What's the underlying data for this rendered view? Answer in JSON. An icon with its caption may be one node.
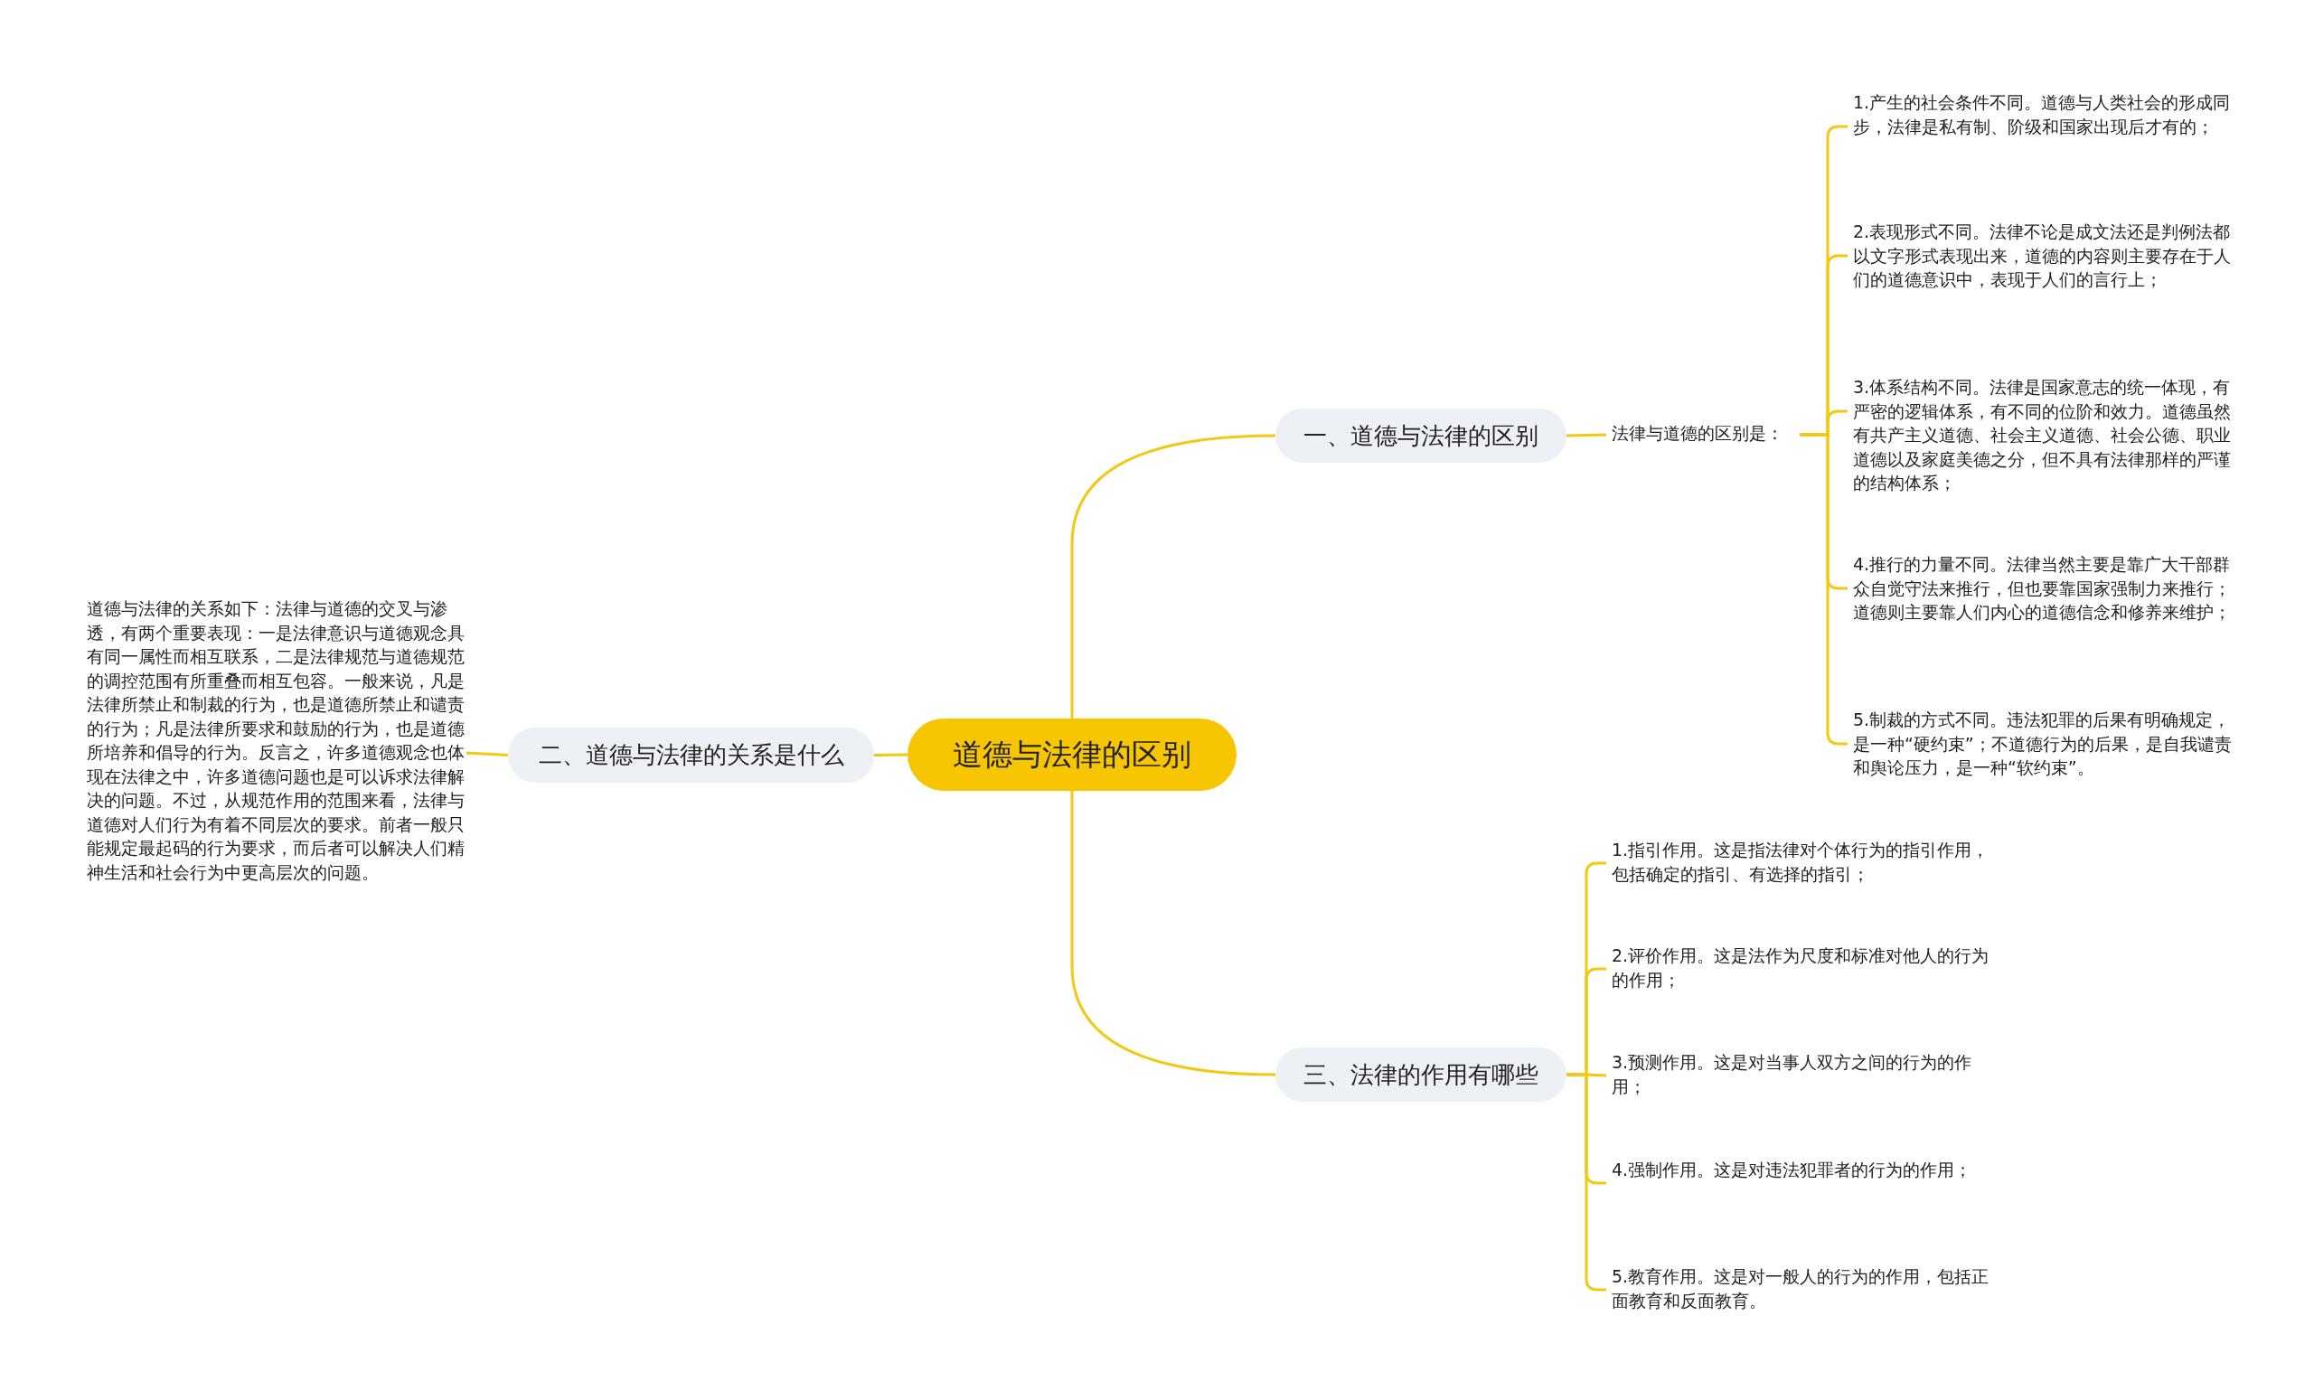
{
  "diagram": {
    "nodes": [
      {
        "text": [
          "道德与法律的区别"
        ]
      },
      {
        "text": [
          "一、道德与法律的区别"
        ]
      },
      {
        "text": [
          "法律与道德的区别是："
        ]
      },
      {
        "text": [
          "1.产生的社会条件不同。道德与人类社会的形成同步，法律是私有制、阶级和国家出现后才有的；"
        ]
      },
      {
        "text": [
          "2.表现形式不同。法律不论是成文法还是判例法都以文字形式表现出来，道德的内容则主要存在于人们的道德意识中，表现于人们的言行上；"
        ]
      },
      {
        "text": [
          "3.体系结构不同。法律是国家意志的统一体现，有严密的逻辑体系，有不同的位阶和效力。道德虽然有共产主义道德、社会主义道德、社会公德、职业道德以及家庭美德之分，但不具有法律那样的严谨的结构体系；"
        ]
      },
      {
        "text": [
          "4.推行的力量不同。法律当然主要是靠广大干部群众自觉守法来推行，但也要靠国家强制力来推行；道德则主要靠人们内心的道德信念和修养来维护；"
        ]
      },
      {
        "text": [
          "5.制裁的方式不同。违法犯罪的后果有明确规定，是一种“硬约束”；不道德行为的后果，是自我谴责和舆论压力，是一种“软约束”。"
        ]
      },
      {
        "text": [
          "二、道德与法律的关系是什么"
        ]
      },
      {
        "text": [
          "道德与法律的关系如下：法律与道德的交叉与渗透，有两个重要表现：一是法律意识与道德观念具有同一属性而相互联系，二是法律规范与道德规范的调控范围有所重叠而相互包容。一般来说，凡是法律所禁止和制裁的行为，也是道德所禁止和谴责的行为；凡是法律所要求和鼓励的行为，也是道德所培养和倡导的行为。反言之，许多道德观念也体现在法律之中，许多道德问题也是可以诉求法律解决的问题。不过，从规范作用的范围来看，法律与道德对人们行为有着不同层次的要求。前者一般只能规定最起码的行为要求，而后者可以解决人们精神生活和社会行为中更高层次的问题。"
        ]
      },
      {
        "text": [
          "三、法律的作用有哪些"
        ]
      },
      {
        "text": [
          "1.指引作用。这是指法律对个体行为的指引作用，包括确定的指引、有选择的指引；"
        ]
      },
      {
        "text": [
          "2.评价作用。这是法作为尺度和标准对他人的行为的作用；"
        ]
      },
      {
        "text": [
          "3.预测作用。这是对当事人双方之间的行为的作用；"
        ]
      },
      {
        "text": [
          "4.强制作用。这是对违法犯罪者的行为的作用；"
        ]
      },
      {
        "text": [
          "5.教育作用。这是对一般人的行为的作用，包括正面教育和反面教育。"
        ]
      }
    ],
    "edges": [
      {
        "from": 0,
        "to": 1,
        "arrow": "none"
      },
      {
        "from": 1,
        "to": 2,
        "arrow": "none"
      },
      {
        "from": 2,
        "to": 3,
        "arrow": "none"
      },
      {
        "from": 2,
        "to": 4,
        "arrow": "none"
      },
      {
        "from": 2,
        "to": 5,
        "arrow": "none"
      },
      {
        "from": 2,
        "to": 6,
        "arrow": "none"
      },
      {
        "from": 2,
        "to": 7,
        "arrow": "none"
      },
      {
        "from": 0,
        "to": 8,
        "arrow": "none"
      },
      {
        "from": 8,
        "to": 9,
        "arrow": "none"
      },
      {
        "from": 0,
        "to": 10,
        "arrow": "none"
      },
      {
        "from": 10,
        "to": 11,
        "arrow": "none"
      },
      {
        "from": 10,
        "to": 12,
        "arrow": "none"
      },
      {
        "from": 10,
        "to": 13,
        "arrow": "none"
      },
      {
        "from": 10,
        "to": 14,
        "arrow": "none"
      },
      {
        "from": 10,
        "to": 15,
        "arrow": "none"
      }
    ]
  }
}
